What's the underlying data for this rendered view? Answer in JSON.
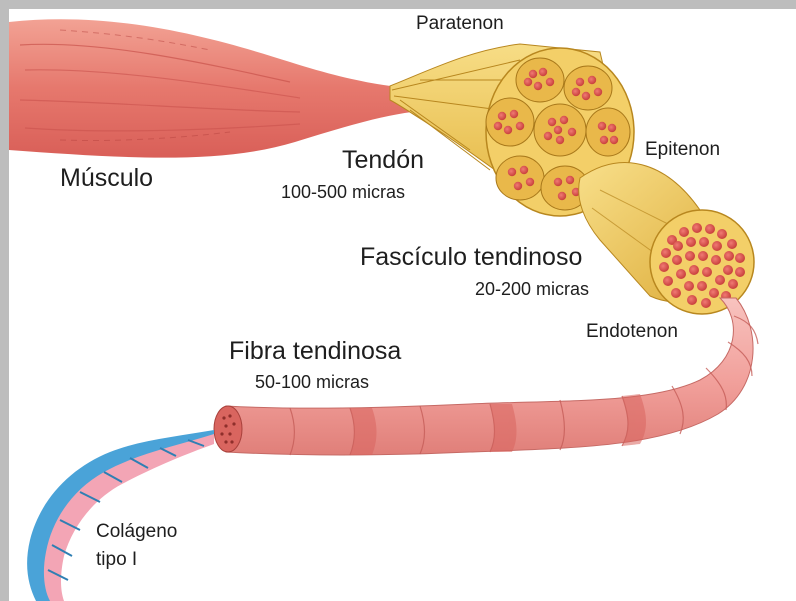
{
  "labels": {
    "paratenon": "Paratenon",
    "musculo": "Músculo",
    "tendon": "Tendón",
    "tendon_size": "100-500 micras",
    "epitenon": "Epitenon",
    "fasciculo": "Fascículo tendinoso",
    "fasciculo_size": "20-200 micras",
    "endotenon": "Endotenon",
    "fibra": "Fibra tendinosa",
    "fibra_size": "50-100 micras",
    "colageno_line1": "Colágeno",
    "colageno_line2": "tipo I"
  },
  "colors": {
    "muscle": "#e8857a",
    "tendon": "#f0c95a",
    "fiber": "#f2a3a0",
    "fiber_dark": "#d9655f",
    "collagen_blue": "#4aa3d8",
    "collagen_pink": "#f3a5b5",
    "frame": "#bdbdbd"
  }
}
